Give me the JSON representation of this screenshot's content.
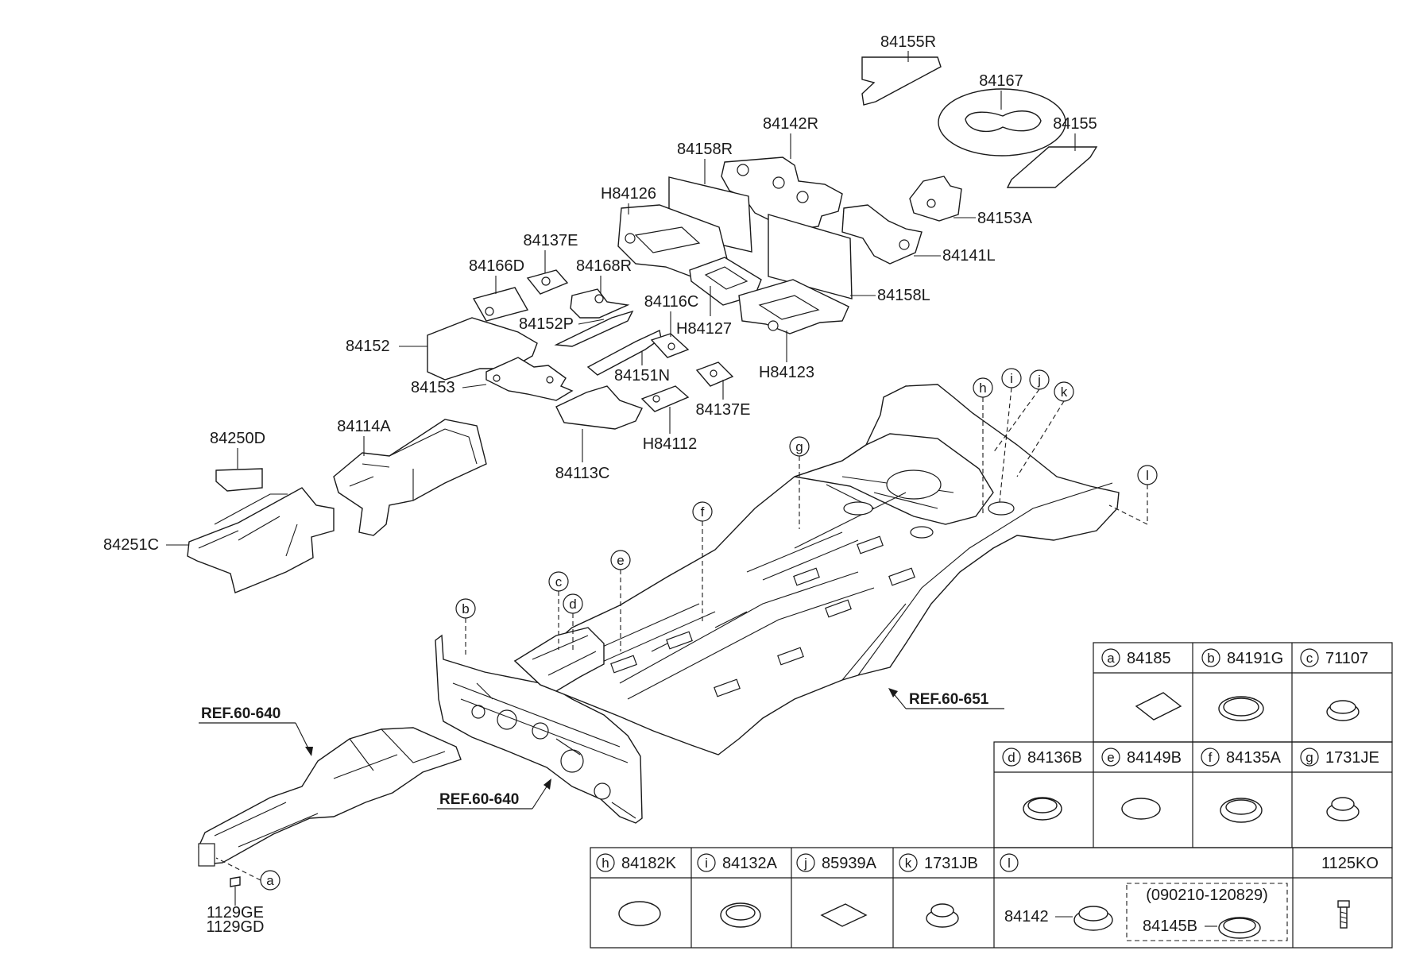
{
  "labels": {
    "p84155R": "84155R",
    "p84167": "84167",
    "p84142R": "84142R",
    "p84155": "84155",
    "p84158R": "84158R",
    "pH84126": "H84126",
    "p84153A": "84153A",
    "p84141L": "84141L",
    "p84137E_top": "84137E",
    "p84166D": "84166D",
    "p84168R": "84168R",
    "p84116C": "84116C",
    "p84158L": "84158L",
    "p84152P": "84152P",
    "pH84127": "H84127",
    "p84152": "84152",
    "p84151N": "84151N",
    "pH84123": "H84123",
    "p84153": "84153",
    "p84137E_bot": "84137E",
    "pH84112": "H84112",
    "p84113C": "84113C",
    "p84250D": "84250D",
    "p84114A": "84114A",
    "p84251C": "84251C",
    "p1129GE": "1129GE",
    "p1129GD": "1129GD"
  },
  "refs": {
    "r1": "REF.60-640",
    "r2": "REF.60-640",
    "r3": "REF.60-651"
  },
  "callouts": {
    "a": "a",
    "b": "b",
    "c": "c",
    "d": "d",
    "e": "e",
    "f": "f",
    "g": "g",
    "h": "h",
    "i": "i",
    "j": "j",
    "k": "k",
    "l": "l"
  },
  "table": {
    "row1": [
      {
        "letter": "a",
        "part": "84185"
      },
      {
        "letter": "b",
        "part": "84191G"
      },
      {
        "letter": "c",
        "part": "71107"
      }
    ],
    "row2": [
      {
        "letter": "d",
        "part": "84136B"
      },
      {
        "letter": "e",
        "part": "84149B"
      },
      {
        "letter": "f",
        "part": "84135A"
      },
      {
        "letter": "g",
        "part": "1731JE"
      }
    ],
    "row3": [
      {
        "letter": "h",
        "part": "84182K"
      },
      {
        "letter": "i",
        "part": "84132A"
      },
      {
        "letter": "j",
        "part": "85939A"
      },
      {
        "letter": "k",
        "part": "1731JB"
      },
      {
        "letter": "l",
        "part": ""
      },
      {
        "letter": "",
        "part": "1125KO"
      }
    ],
    "l_cell": {
      "part_a": "84142",
      "date_range": "(090210-120829)",
      "part_b": "84145B"
    }
  }
}
